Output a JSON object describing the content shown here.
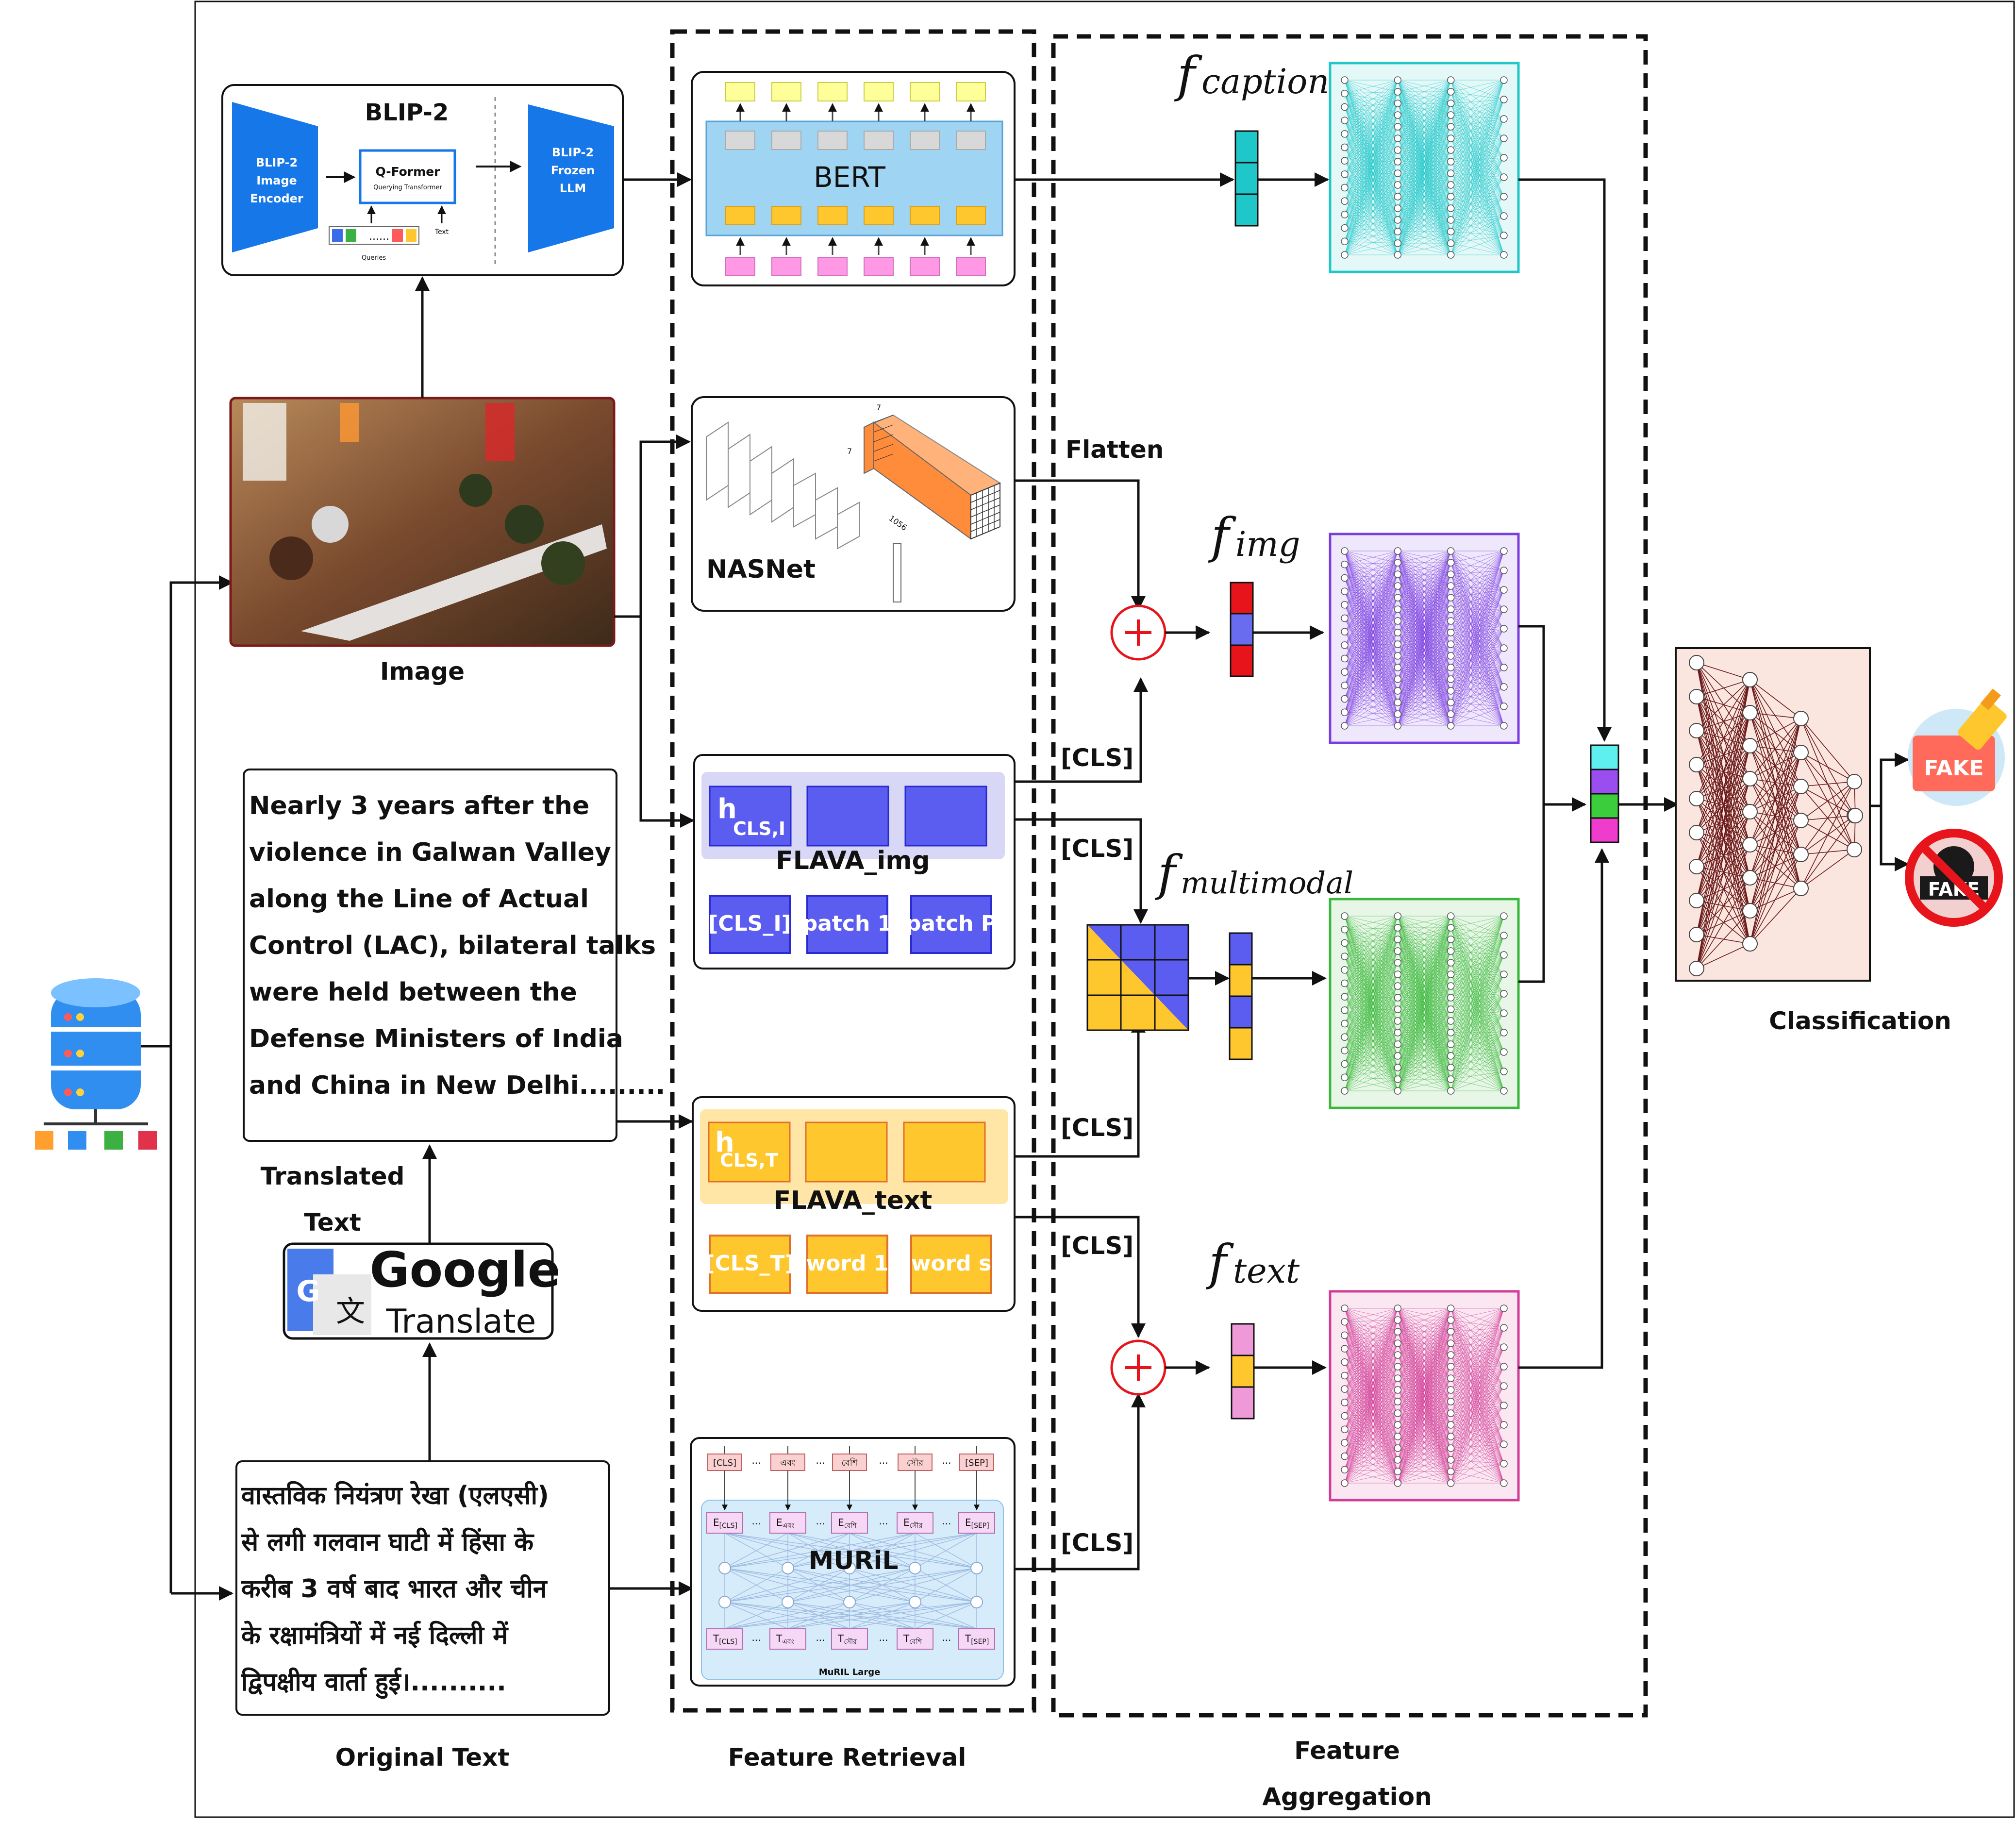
{
  "colors": {
    "caption": "#1fc7c9",
    "img": "#7a3de0",
    "multimodal": "#38b838",
    "text": "#d23c96",
    "flava_img": "#5b5cf0",
    "flava_text": "#ffc72e",
    "blip": "#1677e8",
    "classifier": "#6b1b1b",
    "plus": "#e8141b"
  },
  "image_label": "Image",
  "translated_label_1": "Translated",
  "translated_label_2": "Text",
  "original_label": "Original Text",
  "feature_retrieval_label": "Feature Retrieval",
  "feature_aggregation_1": "Feature",
  "feature_aggregation_2": "Aggregation",
  "classification_label": "Classification",
  "translated_text_lines": [
    "Nearly 3 years after the",
    "violence in Galwan Valley",
    "along the Line of Actual",
    "Control (LAC), bilateral talks",
    "were held between the",
    "Defense Ministers of India",
    "and China in New Delhi........."
  ],
  "original_text_lines": [
    "वास्तविक नियंत्रण रेखा (एलएसी)",
    "से लगी गलवान घाटी में हिंसा के",
    "करीब 3 वर्ष बाद भारत और चीन",
    "के रक्षामंत्रियों में नई दिल्ली में",
    "द्विपक्षीय वार्ता हुई।.........."
  ],
  "google_translate": {
    "google": "Google",
    "translate": "Translate",
    "g": "G",
    "wen": "文"
  },
  "blip2": {
    "title": "BLIP-2",
    "encoder": [
      "BLIP-2",
      "Image",
      "Encoder"
    ],
    "qformer": "Q-Former",
    "qformer_sub": "Querying Transformer",
    "llm": [
      "BLIP-2",
      "Frozen",
      "LLM"
    ],
    "text": "Text",
    "queries": "Queries"
  },
  "bert_label": "BERT",
  "nasnet": {
    "label": "NASNet",
    "d1": "7",
    "d2": "7",
    "d3": "1056"
  },
  "flava_img": {
    "h": "h",
    "sub": "CLS,I",
    "label": "FLAVA_img",
    "tokens": [
      "[CLS_I]",
      "patch 1",
      "patch P"
    ]
  },
  "flava_text": {
    "h": "h",
    "sub": "CLS,T",
    "label": "FLAVA_text",
    "tokens": [
      "[CLS_T]",
      "word 1",
      "word s"
    ]
  },
  "muril": {
    "label": "MURiL",
    "sub": "MuRIL Large",
    "inputs": [
      "[CLS]",
      "এবং",
      "বেশি",
      "সৌর",
      "[SEP]"
    ],
    "emb_e": "E",
    "emb_subs": [
      "[CLS]",
      "এবং",
      "বেশি",
      "সৌর",
      "[SEP]"
    ],
    "out_t": "T",
    "out_subs": [
      "[CLS]",
      "এবং",
      "সৌর",
      "বেশি",
      "[SEP]"
    ],
    "dots": "..."
  },
  "flatten": "Flatten",
  "cls_tag": "[CLS]",
  "f_symbol": "f",
  "f_caption_sub": "caption",
  "f_img_sub": "img",
  "f_multimodal_sub": "multimodal",
  "f_text_sub": "text",
  "fake_label": "FAKE",
  "fake2_label": "FAKE"
}
